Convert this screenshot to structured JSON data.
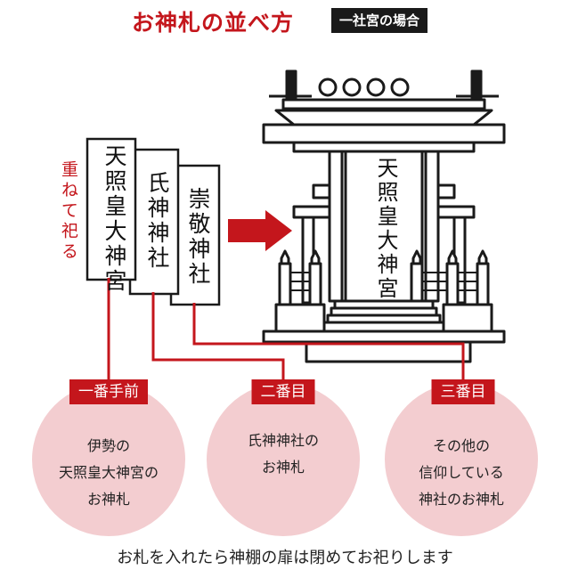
{
  "title": "お神札の並べ方",
  "subtitle": "一社宮の場合",
  "stack_label": "重ねて祀る",
  "ofuda": [
    {
      "label": "天照皇大神宮"
    },
    {
      "label": "氏神神社"
    },
    {
      "label": "崇敬神社"
    }
  ],
  "shrine_ofuda": "天照皇大神宮",
  "order": [
    {
      "rank": "一番手前",
      "lines": [
        "伊勢の",
        "天照皇大神宮の",
        "お神札"
      ]
    },
    {
      "rank": "二番目",
      "lines": [
        "氏神神社の",
        "お神札"
      ]
    },
    {
      "rank": "三番目",
      "lines": [
        "その他の",
        "信仰している",
        "神社のお神札"
      ]
    }
  ],
  "footer": "お札を入れたら神棚の扉は閉めてお祀りします",
  "colors": {
    "accent": "#c4161c",
    "circle": "#f3cdd0",
    "ink": "#1a1a1a"
  }
}
